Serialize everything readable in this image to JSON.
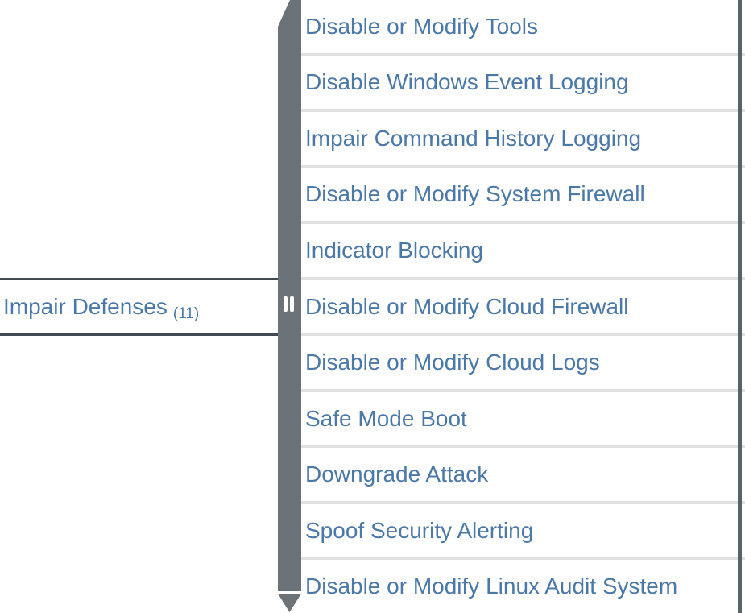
{
  "technique": {
    "name": "Impair Defenses",
    "count": "(11)"
  },
  "expander": {
    "icon": "pause-icon"
  },
  "subtechniques": [
    "Disable or Modify Tools",
    "Disable Windows Event Logging",
    "Impair Command History Logging",
    "Disable or Modify System Firewall",
    "Indicator Blocking",
    "Disable or Modify Cloud Firewall",
    "Disable or Modify Cloud Logs",
    "Safe Mode Boot",
    "Downgrade Attack",
    "Spoof Security Alerting",
    "Disable or Modify Linux Audit System"
  ],
  "colors": {
    "link_blue": "#4a78a8",
    "bar_gray": "#6b7278",
    "separator": "#e0e0e0",
    "right_border": "#586269",
    "cell_border": "#42494f"
  }
}
